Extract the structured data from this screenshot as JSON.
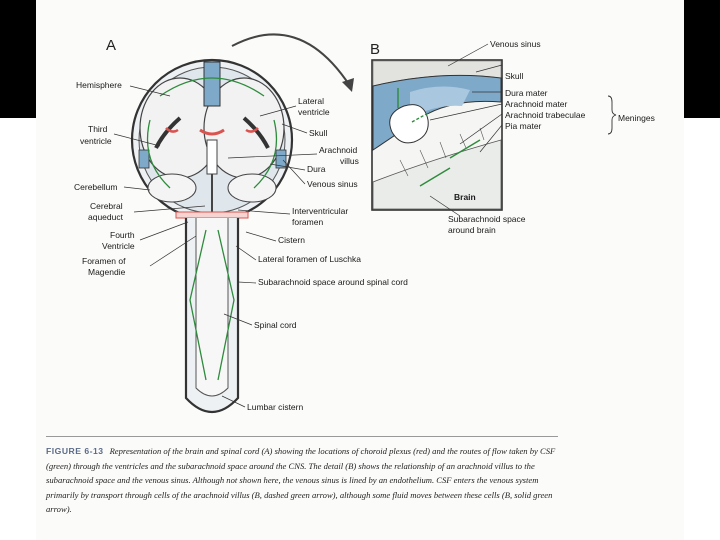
{
  "figure": {
    "panel_a_letter": "A",
    "panel_b_letter": "B",
    "labels_a": {
      "hemisphere": "Hemisphere",
      "third_ventricle_1": "Third",
      "third_ventricle_2": "ventricle",
      "cerebellum": "Cerebellum",
      "cerebral_aqueduct_1": "Cerebral",
      "cerebral_aqueduct_2": "aqueduct",
      "fourth_ventricle_1": "Fourth",
      "fourth_ventricle_2": "Ventricle",
      "foramen_magendie_1": "Foramen of",
      "foramen_magendie_2": "Magendie",
      "lateral_ventricle_1": "Lateral",
      "lateral_ventricle_2": "ventricle",
      "skull": "Skull",
      "arachnoid_villus_1": "Arachnoid",
      "arachnoid_villus_2": "villus",
      "dura": "Dura",
      "venous_sinus": "Venous sinus",
      "interventricular_1": "Interventricular",
      "interventricular_2": "foramen",
      "cistern": "Cistern",
      "lateral_foramen_luschka": "Lateral foramen of Luschka",
      "subarachnoid_spinal": "Subarachnoid space around spinal cord",
      "spinal_cord": "Spinal cord",
      "lumbar_cistern": "Lumbar cistern"
    },
    "labels_b": {
      "venous_sinus": "Venous sinus",
      "skull": "Skull",
      "dura_mater": "Dura mater",
      "arachnoid_mater": "Arachnoid mater",
      "arachnoid_trabeculae": "Arachnoid trabeculae",
      "pia_mater": "Pia mater",
      "meninges": "Meninges",
      "brain": "Brain",
      "subarachnoid_brain_1": "Subarachnoid space",
      "subarachnoid_brain_2": "around brain"
    }
  },
  "caption": {
    "figure_number": "FIGURE 6-13",
    "text": "Representation of the brain and spinal cord (A) showing the locations of choroid plexus (red) and the routes of flow taken by CSF (green) through the ventricles and the subarachnoid space around the CNS. The detail (B) shows the relationship of an arachnoid villus to the subarachnoid space and the venous sinus. Although not shown here, the venous sinus is lined by an endothelium. CSF enters the venous system primarily by transport through cells of the arachnoid villus (B, dashed green arrow), although some fluid moves between these cells (B, solid green arrow)."
  },
  "colors": {
    "csf_green": "#2e8b3c",
    "choroid_red": "#d9534f",
    "sinus_blue": "#7fa9c9",
    "page_bg": "#fbfbf9"
  }
}
